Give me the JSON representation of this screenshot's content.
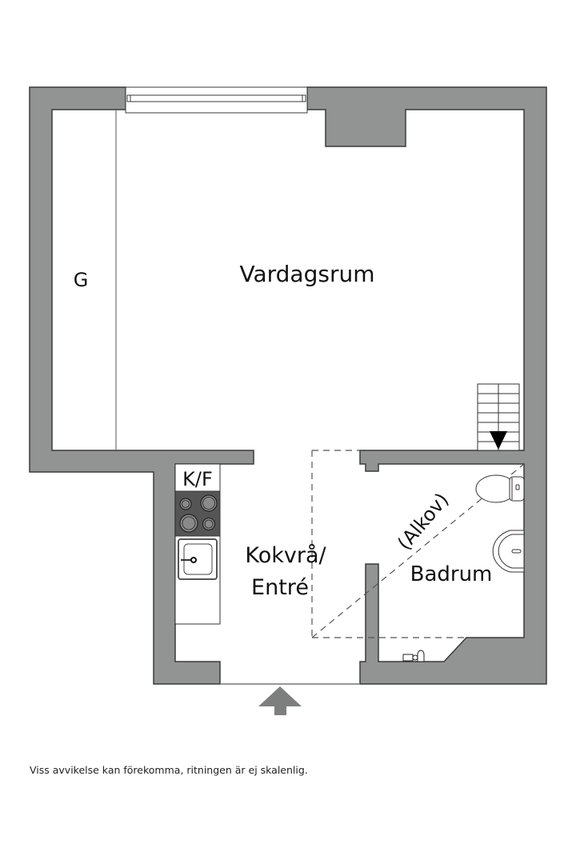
{
  "floorplan": {
    "rooms": {
      "wardrobe": {
        "label": "G"
      },
      "living_room": {
        "label": "Vardagsrum"
      },
      "fridge_freezer": {
        "label": "K/F"
      },
      "kitchen_entrance": {
        "label_line1": "Kokvrå/",
        "label_line2": "Entré"
      },
      "alcove": {
        "label": "(Alkov)"
      },
      "bathroom": {
        "label": "Badrum"
      }
    },
    "icons": {
      "entrance": "entrance-arrow-icon",
      "stairs_direction": "stairs-down-arrow-icon",
      "stove": "stove-icon",
      "sink": "sink-icon",
      "toilet": "toilet-icon",
      "washbasin": "washbasin-icon",
      "shower_fixture": "shower-fixture-icon",
      "window": "window-icon"
    },
    "colors": {
      "wall": "#929494",
      "wall_stroke": "#3a3a3a",
      "stove": "#555555",
      "burner": "#8a8a8a",
      "arrow": "#7d7f7f",
      "background": "#ffffff"
    }
  },
  "caption": "Viss avvikelse kan förekomma, ritningen är ej skalenlig."
}
